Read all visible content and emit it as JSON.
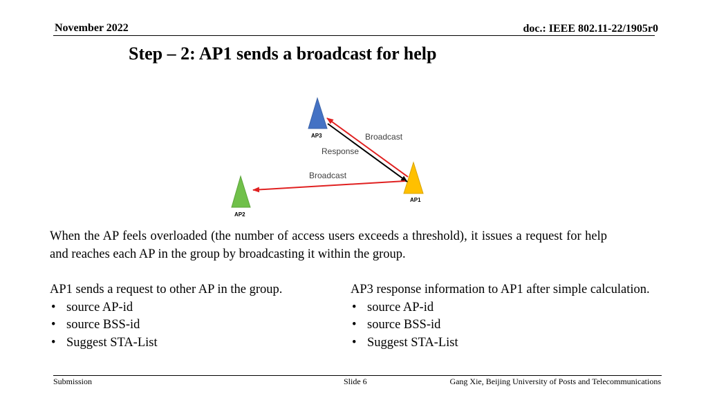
{
  "header": {
    "date": "November 2022",
    "doc_id": "doc.: IEEE 802.11-22/1905r0"
  },
  "slide_title": "Step – 2: AP1 sends a broadcast for help",
  "diagram": {
    "nodes": [
      {
        "label": "AP3",
        "color": "#4472c4"
      },
      {
        "label": "AP1",
        "color": "#ffc000"
      },
      {
        "label": "AP2",
        "color": "#70c04a"
      }
    ],
    "arrows": {
      "broadcast_ap3": "Broadcast",
      "response": "Response",
      "broadcast_ap2": "Broadcast",
      "broadcast_color": "#e02020",
      "response_color": "#000000"
    }
  },
  "paragraph": "When the AP feels overloaded (the number of access users exceeds a threshold), it issues a request for help and reaches each AP in the group by broadcasting it within the group.",
  "left_column": {
    "heading": "AP1 sends a request to other AP in the group.",
    "items": [
      "source AP-id",
      "source BSS-id",
      "Suggest STA-List"
    ]
  },
  "right_column": {
    "heading": "AP3 response information to AP1 after simple calculation.",
    "items": [
      "source AP-id",
      "source BSS-id",
      "Suggest STA-List"
    ]
  },
  "footer": {
    "left": "Submission",
    "slide": "Slide 6",
    "author": "Gang Xie, Beijing University of Posts and Telecommunications"
  }
}
